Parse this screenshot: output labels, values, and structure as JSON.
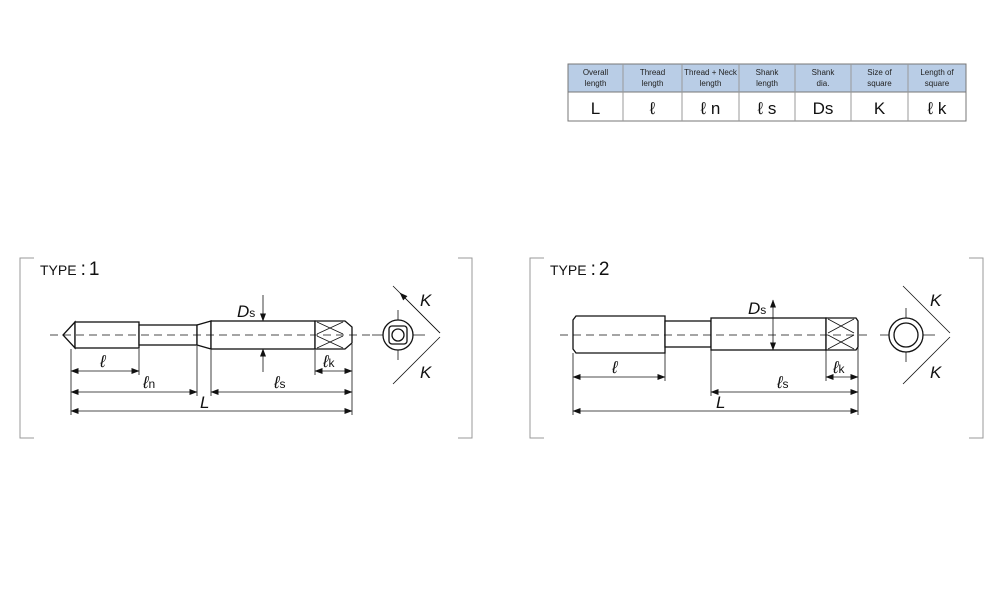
{
  "legend_table": {
    "columns": [
      {
        "header_line1": "Overall",
        "header_line2": "length",
        "symbol": "L"
      },
      {
        "header_line1": "Thread",
        "header_line2": "length",
        "symbol": "ℓ"
      },
      {
        "header_line1": "Thread + Neck",
        "header_line2": "length",
        "symbol": "ℓ n"
      },
      {
        "header_line1": "Shank",
        "header_line2": "length",
        "symbol": "ℓ s"
      },
      {
        "header_line1": "Shank",
        "header_line2": "dia.",
        "symbol": "Ds"
      },
      {
        "header_line1": "Size of",
        "header_line2": "square",
        "symbol": "K"
      },
      {
        "header_line1": "Length of",
        "header_line2": "square",
        "symbol": "ℓ k"
      }
    ],
    "header_color": "#b9cde6"
  },
  "type1": {
    "title": "TYPE",
    "colon": ":",
    "number": "1",
    "labels": {
      "l": "ℓ",
      "ln": "ℓ",
      "ln_sub": "n",
      "ls": "ℓ",
      "ls_sub": "s",
      "L": "L",
      "D": "D",
      "D_sub": "s",
      "lk": "ℓ",
      "lk_sub": "k",
      "K1": "K",
      "K2": "K"
    }
  },
  "type2": {
    "title": "TYPE",
    "colon": ":",
    "number": "2",
    "labels": {
      "l": "ℓ",
      "ls": "ℓ",
      "ls_sub": "s",
      "L": "L",
      "D": "D",
      "D_sub": "s",
      "lk": "ℓ",
      "lk_sub": "k",
      "K1": "K",
      "K2": "K"
    }
  }
}
